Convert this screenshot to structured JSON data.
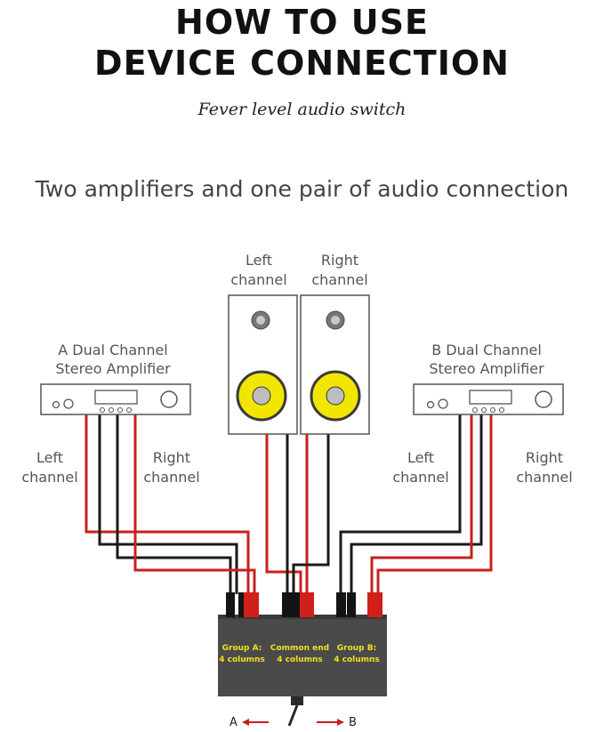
{
  "header": {
    "title_line1": "HOW TO USE",
    "title_line2": "DEVICE CONNECTION",
    "subtitle": "Fever level audio switch",
    "heading": "Two amplifiers and one pair of audio connection"
  },
  "speakers": {
    "left_label_1": "Left",
    "left_label_2": "channel",
    "right_label_1": "Right",
    "right_label_2": "channel"
  },
  "amp_a": {
    "label_1": "A Dual Channel",
    "label_2": "Stereo Amplifier",
    "left_1": "Left",
    "left_2": "channel",
    "right_1": "Right",
    "right_2": "channel"
  },
  "amp_b": {
    "label_1": "B Dual Channel",
    "label_2": "Stereo Amplifier",
    "left_1": "Left",
    "left_2": "channel",
    "right_1": "Right",
    "right_2": "channel"
  },
  "switch_box": {
    "group_a_1": "Group A:",
    "group_a_2": "4 columns",
    "common_1": "Common end",
    "common_2": "4 columns",
    "group_b_1": "Group B:",
    "group_b_2": "4 columns",
    "dir_a": "A",
    "dir_b": "B"
  },
  "colors": {
    "wire_red": "#c8201e",
    "wire_black": "#1a1a1a",
    "woofer_yellow": "#f2e600",
    "box_label_yellow": "#f0e020"
  }
}
